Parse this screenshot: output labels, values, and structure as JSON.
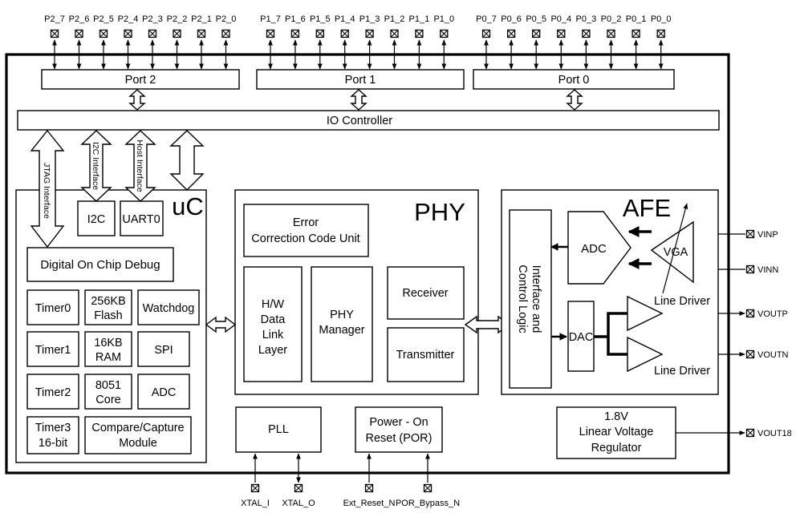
{
  "pins": {
    "port2": [
      "P2_7",
      "P2_6",
      "P2_5",
      "P2_4",
      "P2_3",
      "P2_2",
      "P2_1",
      "P2_0"
    ],
    "port1": [
      "P1_7",
      "P1_6",
      "P1_5",
      "P1_4",
      "P1_3",
      "P1_2",
      "P1_1",
      "P1_0"
    ],
    "port0": [
      "P0_7",
      "P0_6",
      "P0_5",
      "P0_4",
      "P0_3",
      "P0_2",
      "P0_1",
      "P0_0"
    ],
    "bottom": [
      "XTAL_I",
      "XTAL_O",
      "Ext_Reset_N",
      "POR_Bypass_N"
    ],
    "right": [
      "VINP",
      "VINN",
      "VOUTP",
      "VOUTN",
      "VOUT18"
    ]
  },
  "ports": {
    "port2": "Port 2",
    "port1": "Port 1",
    "port0": "Port 0"
  },
  "io_controller": "IO Controller",
  "uc": {
    "title": "uC",
    "jtag": "JTAG Interface",
    "i2c_interface": "I2C Interface",
    "host_interface": "Host Interface",
    "i2c": "I2C",
    "uart0": "UART0",
    "debug": "Digital On Chip Debug",
    "timer0": "Timer0",
    "flash": [
      "256KB",
      "Flash"
    ],
    "watchdog": "Watchdog",
    "timer1": "Timer1",
    "ram": [
      "16KB",
      "RAM"
    ],
    "spi": "SPI",
    "timer2": "Timer2",
    "core": [
      "8051",
      "Core"
    ],
    "adc": "ADC",
    "timer3": [
      "Timer3",
      "16-bit"
    ],
    "compare": [
      "Compare/Capture",
      "Module"
    ]
  },
  "phy": {
    "title": "PHY",
    "ecc": [
      "Error",
      "Correction Code Unit"
    ],
    "dll": [
      "H/W",
      "Data",
      "Link",
      "Layer"
    ],
    "manager": [
      "PHY",
      "Manager"
    ],
    "receiver": "Receiver",
    "transmitter": "Transmitter"
  },
  "afe": {
    "title": "AFE",
    "interface": [
      "Interface and",
      "Control Logic"
    ],
    "adc": "ADC",
    "vga": "VGA",
    "dac": "DAC",
    "line_driver_top": "Line Driver",
    "line_driver_bottom": "Line Driver"
  },
  "pll": "PLL",
  "por": [
    "Power - On",
    "Reset (POR)"
  ],
  "regulator": [
    "1.8V",
    "Linear Voltage",
    "Regulator"
  ]
}
